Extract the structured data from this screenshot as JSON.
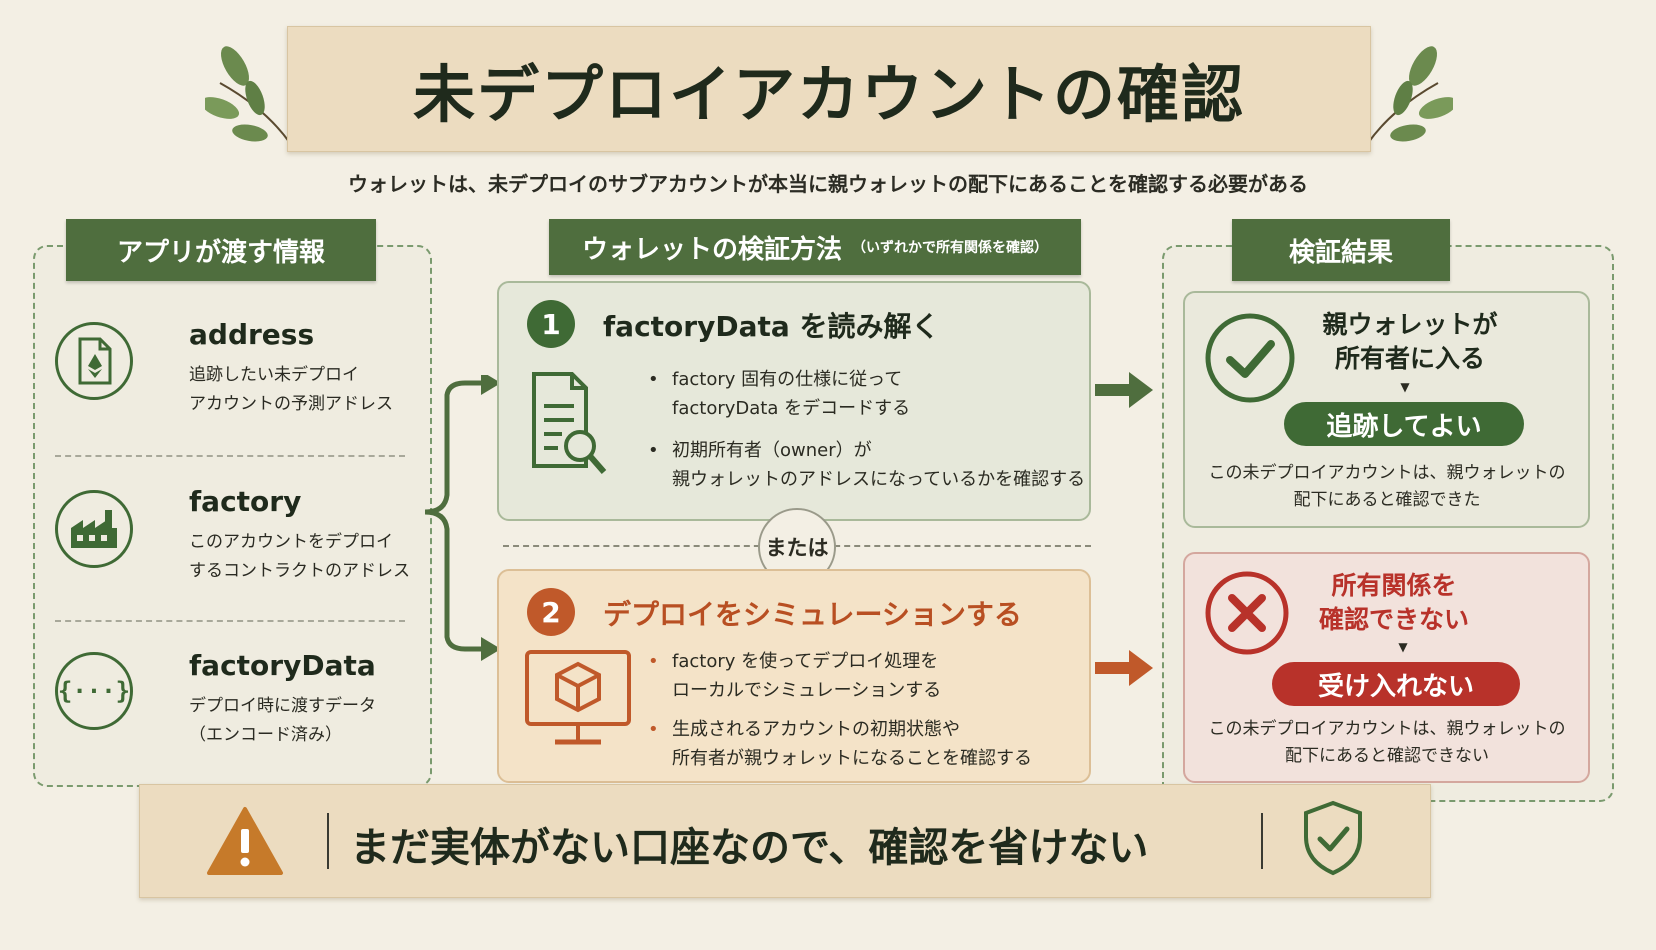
{
  "title": "未デプロイアカウントの確認",
  "subtitle": "ウォレットは、未デプロイのサブアカウントが本当に親ウォレットの配下にあることを確認する必要がある",
  "left_panel": {
    "label": "アプリが渡す情報",
    "items": [
      {
        "title": "address",
        "desc1": "追跡したい未デプロイ",
        "desc2": "アカウントの予測アドレス",
        "icon": "ethereum-document-icon"
      },
      {
        "title": "factory",
        "desc1": "このアカウントをデプロイ",
        "desc2": "するコントラクトのアドレス",
        "icon": "factory-icon"
      },
      {
        "title": "factoryData",
        "desc1": "デプロイ時に渡すデータ",
        "desc2": "（エンコード済み）",
        "icon": "code-braces-icon",
        "icon_text": "{···}"
      }
    ]
  },
  "middle_panel": {
    "label": "ウォレットの検証方法",
    "label_note": "（いずれかで所有関係を確認）",
    "or_label": "または",
    "methods": [
      {
        "number": "1",
        "title": "factoryData を読み解く",
        "bullets": [
          {
            "line1": "factory 固有の仕様に従って",
            "line2": "factoryData をデコードする"
          },
          {
            "line1": "初期所有者（owner）が",
            "line2": "親ウォレットのアドレスになっているかを確認する"
          }
        ],
        "icon": "document-search-icon"
      },
      {
        "number": "2",
        "title": "デプロイをシミュレーションする",
        "bullets": [
          {
            "line1": "factory を使ってデプロイ処理を",
            "line2": "ローカルでシミュレーションする"
          },
          {
            "line1": "生成されるアカウントの初期状態や",
            "line2": "所有者が親ウォレットになることを確認する"
          }
        ],
        "icon": "monitor-cube-icon"
      }
    ]
  },
  "right_panel": {
    "label": "検証結果",
    "results": [
      {
        "head1": "親ウォレットが",
        "head2": "所有者に入る",
        "arrow": "▼",
        "pill": "追跡してよい",
        "desc1": "この未デプロイアカウントは、親ウォレットの",
        "desc2": "配下にあると確認できた",
        "icon": "check-circle-icon"
      },
      {
        "head1": "所有関係を",
        "head2": "確認できない",
        "arrow": "▼",
        "pill": "受け入れない",
        "desc1": "この未デプロイアカウントは、親ウォレットの",
        "desc2": "配下にあると確認できない",
        "icon": "x-circle-icon"
      }
    ]
  },
  "bottom": {
    "text": "まだ実体がない口座なので、確認を省けない",
    "left_icon": "warning-icon",
    "right_icon": "shield-check-icon"
  },
  "colors": {
    "green": "#4f6e3e",
    "dark_green": "#3f6a35",
    "orange": "#c0592a",
    "red": "#b8322a",
    "banner": "#ecdcc0"
  }
}
